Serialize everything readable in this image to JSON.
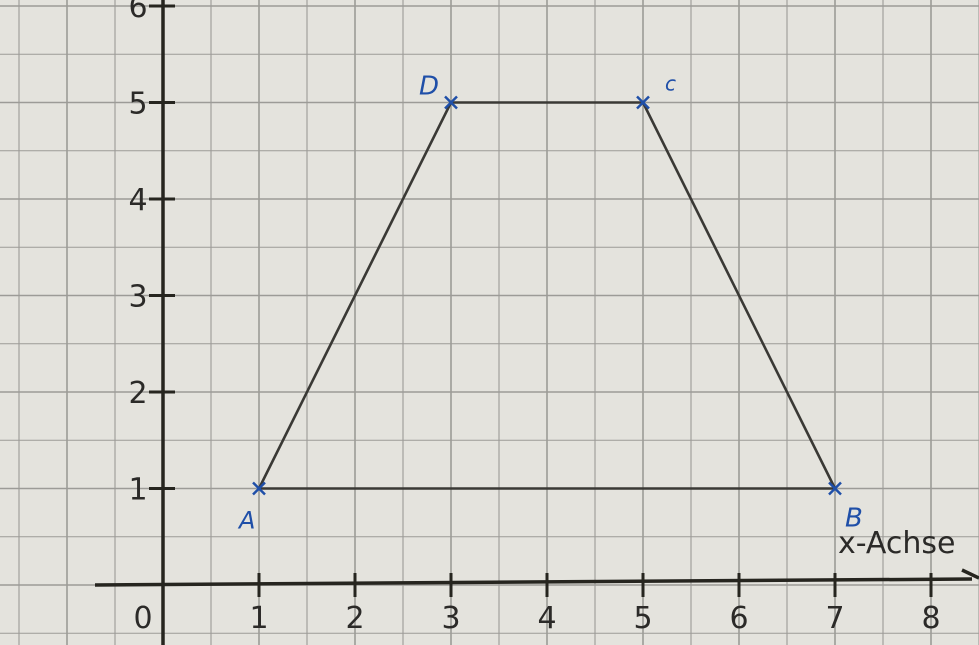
{
  "diagram": {
    "type": "coordinate-plot-on-grid-paper",
    "x_axis_label": "x-Achse",
    "x_ticks": [
      {
        "value": 0,
        "label": "0"
      },
      {
        "value": 1,
        "label": "1"
      },
      {
        "value": 2,
        "label": "2"
      },
      {
        "value": 3,
        "label": "3"
      },
      {
        "value": 4,
        "label": "4"
      },
      {
        "value": 5,
        "label": "5"
      },
      {
        "value": 6,
        "label": "6"
      },
      {
        "value": 7,
        "label": "7"
      },
      {
        "value": 8,
        "label": "8"
      }
    ],
    "y_ticks": [
      {
        "value": 1,
        "label": "1"
      },
      {
        "value": 2,
        "label": "2"
      },
      {
        "value": 3,
        "label": "3"
      },
      {
        "value": 4,
        "label": "4"
      },
      {
        "value": 5,
        "label": "5"
      },
      {
        "value": 6,
        "label": "6"
      }
    ],
    "points": [
      {
        "label": "A",
        "x": 1,
        "y": 1
      },
      {
        "label": "B",
        "x": 7,
        "y": 1
      },
      {
        "label": "C",
        "x": 5,
        "y": 5
      },
      {
        "label": "D",
        "x": 3,
        "y": 5
      }
    ],
    "polygon_order": [
      "A",
      "B",
      "C",
      "D"
    ],
    "colors": {
      "paper": "#e4e3dd",
      "grid": "#9c9b97",
      "axis": "#26251f",
      "shape_line": "#3a3935",
      "vertex_mark": "#1f4fa8",
      "label_text": "#2b2a28"
    }
  }
}
